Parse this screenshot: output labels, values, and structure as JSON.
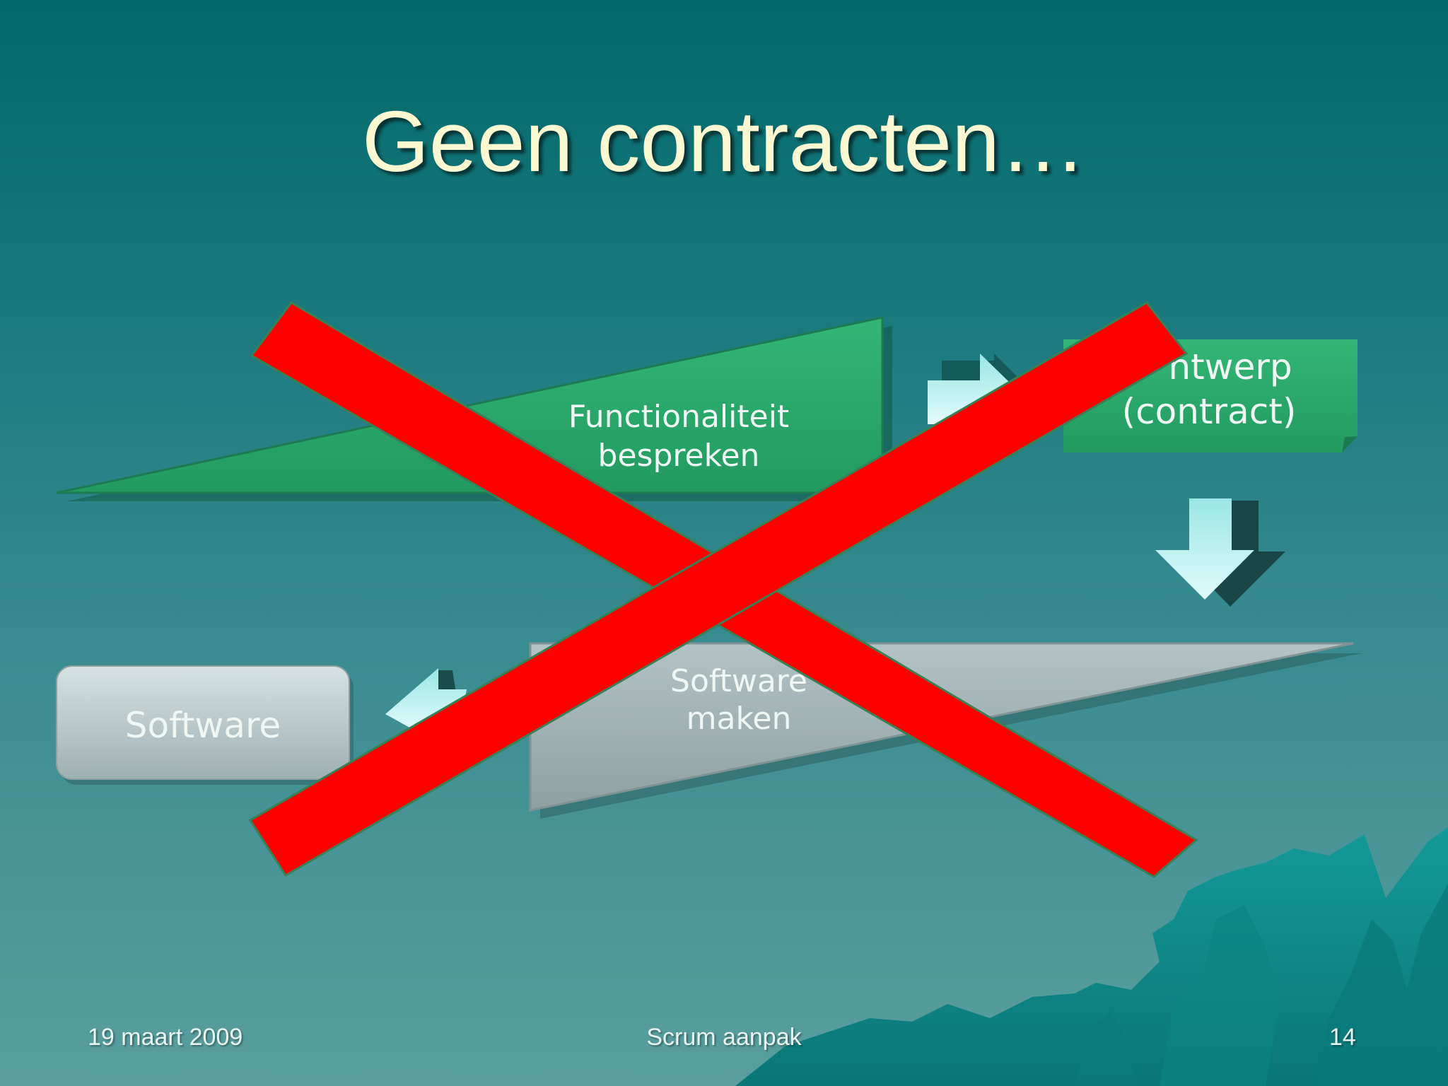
{
  "slide": {
    "title": "Geen contracten…",
    "background_gradient": [
      "#02686a",
      "#5a9e9e"
    ],
    "accent_colors": {
      "green_shape": "#2aa86a",
      "gray_shape": "#a4b4b6",
      "arrow": "#b6f0f0",
      "cross": "#ff0000"
    }
  },
  "diagram": {
    "shapes": [
      {
        "id": "functionaliteit",
        "shape": "triangle",
        "line1": "Functionaliteit",
        "line2": "bespreken"
      },
      {
        "id": "ontwerp",
        "shape": "rectangle",
        "line1": "ntwerp",
        "line2": "(contract)"
      },
      {
        "id": "software-maken",
        "shape": "triangle",
        "line1": "Software",
        "line2": "maken"
      },
      {
        "id": "software",
        "shape": "rounded-rectangle",
        "line1": "Software"
      }
    ],
    "arrows": [
      "right",
      "down",
      "left"
    ],
    "overlay": "red-cross"
  },
  "footer": {
    "date": "19 maart 2009",
    "center": "Scrum aanpak",
    "page": "14"
  }
}
